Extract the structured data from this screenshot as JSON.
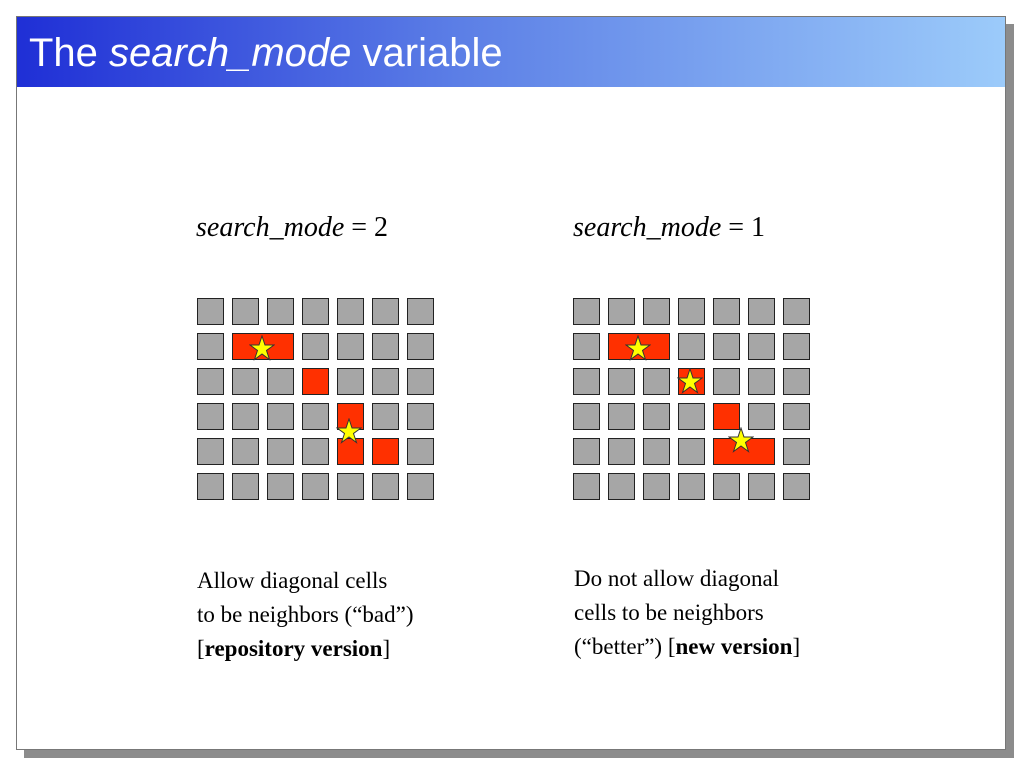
{
  "title": {
    "prefix": "The ",
    "italic": "search_mode",
    "suffix": " variable"
  },
  "panels": [
    {
      "heading_var": "search_mode",
      "heading_rest": " = 2",
      "caption_line1": "Allow diagonal cells",
      "caption_line2": "to be neighbors (“bad”)",
      "caption_line3_pre": "[",
      "caption_line3_bold": "repository version",
      "caption_line3_post": "]"
    },
    {
      "heading_var": "search_mode",
      "heading_rest": " = 1",
      "caption_line1": "Do not allow diagonal",
      "caption_line2": "cells to be neighbors",
      "caption_line3_pre": "(“better”) [",
      "caption_line3_bold": "new version",
      "caption_line3_post": "]"
    }
  ],
  "colors": {
    "cell_gray": "#a6a6a6",
    "cell_red": "#ff3000",
    "star_fill": "#ffff00",
    "title_gradient_start": "#1f2fd6",
    "title_gradient_end": "#9ccbfa"
  }
}
